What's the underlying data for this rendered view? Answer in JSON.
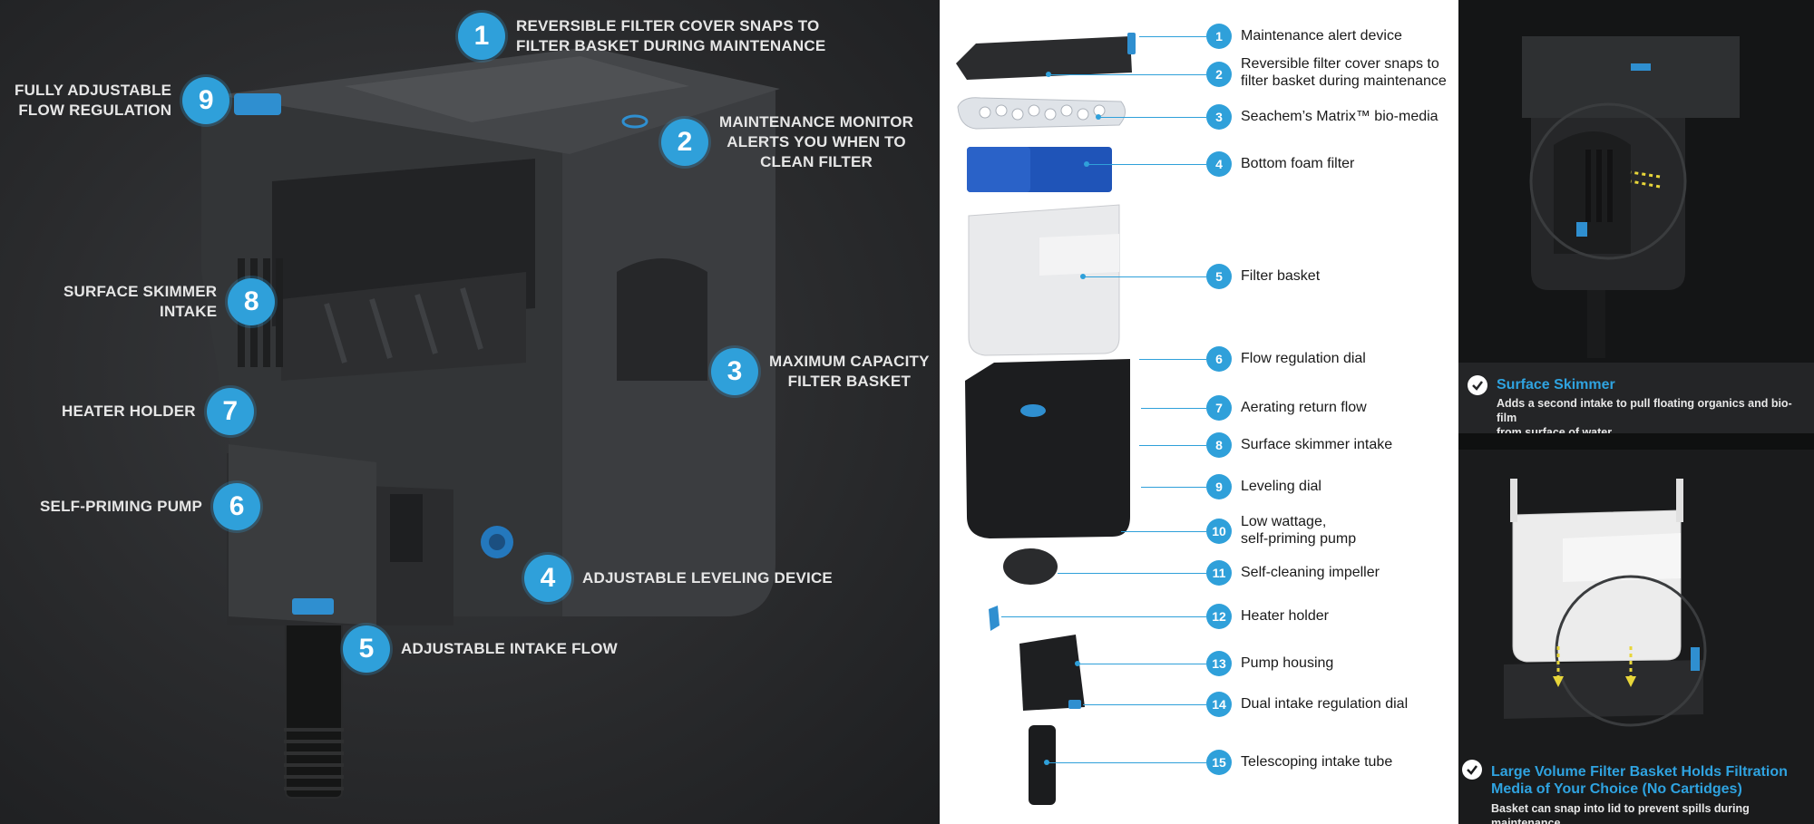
{
  "left_callouts": [
    {
      "num": "1",
      "text": "REVERSIBLE FILTER COVER SNAPS TO\nFILTER BASKET DURING MAINTENANCE"
    },
    {
      "num": "2",
      "text": "MAINTENANCE MONITOR\nALERTS YOU WHEN TO\nCLEAN FILTER"
    },
    {
      "num": "3",
      "text": "MAXIMUM CAPACITY\nFILTER BASKET"
    },
    {
      "num": "4",
      "text": "ADJUSTABLE LEVELING DEVICE"
    },
    {
      "num": "5",
      "text": "ADJUSTABLE INTAKE FLOW"
    },
    {
      "num": "6",
      "text": "SELF-PRIMING PUMP"
    },
    {
      "num": "7",
      "text": "HEATER HOLDER"
    },
    {
      "num": "8",
      "text": "SURFACE SKIMMER\nINTAKE"
    },
    {
      "num": "9",
      "text": "FULLY ADJUSTABLE\nFLOW REGULATION"
    }
  ],
  "parts": [
    {
      "num": "1",
      "label": "Maintenance alert device"
    },
    {
      "num": "2",
      "label": "Reversible filter cover snaps to\nfilter basket during maintenance"
    },
    {
      "num": "3",
      "label": "Seachem’s Matrix™ bio-media"
    },
    {
      "num": "4",
      "label": "Bottom foam filter"
    },
    {
      "num": "5",
      "label": "Filter basket"
    },
    {
      "num": "6",
      "label": "Flow regulation dial"
    },
    {
      "num": "7",
      "label": "Aerating return flow"
    },
    {
      "num": "8",
      "label": "Surface skimmer intake"
    },
    {
      "num": "9",
      "label": "Leveling dial"
    },
    {
      "num": "10",
      "label": "Low wattage,\nself-priming pump"
    },
    {
      "num": "11",
      "label": "Self-cleaning impeller"
    },
    {
      "num": "12",
      "label": "Heater holder"
    },
    {
      "num": "13",
      "label": "Pump housing"
    },
    {
      "num": "14",
      "label": "Dual intake regulation dial"
    },
    {
      "num": "15",
      "label": "Telescoping intake tube"
    }
  ],
  "features": [
    {
      "title": "Surface Skimmer",
      "body": "Adds a second intake to pull floating organics and bio-film\nfrom surface of water"
    },
    {
      "title": "Large Volume Filter Basket Holds Filtration\nMedia of Your Choice (No Cartidges)",
      "body": "Basket can snap into lid to prevent spills during maintenance"
    }
  ],
  "colors": {
    "accent": "#2fa0da",
    "feature_title": "#2fa3e0"
  }
}
